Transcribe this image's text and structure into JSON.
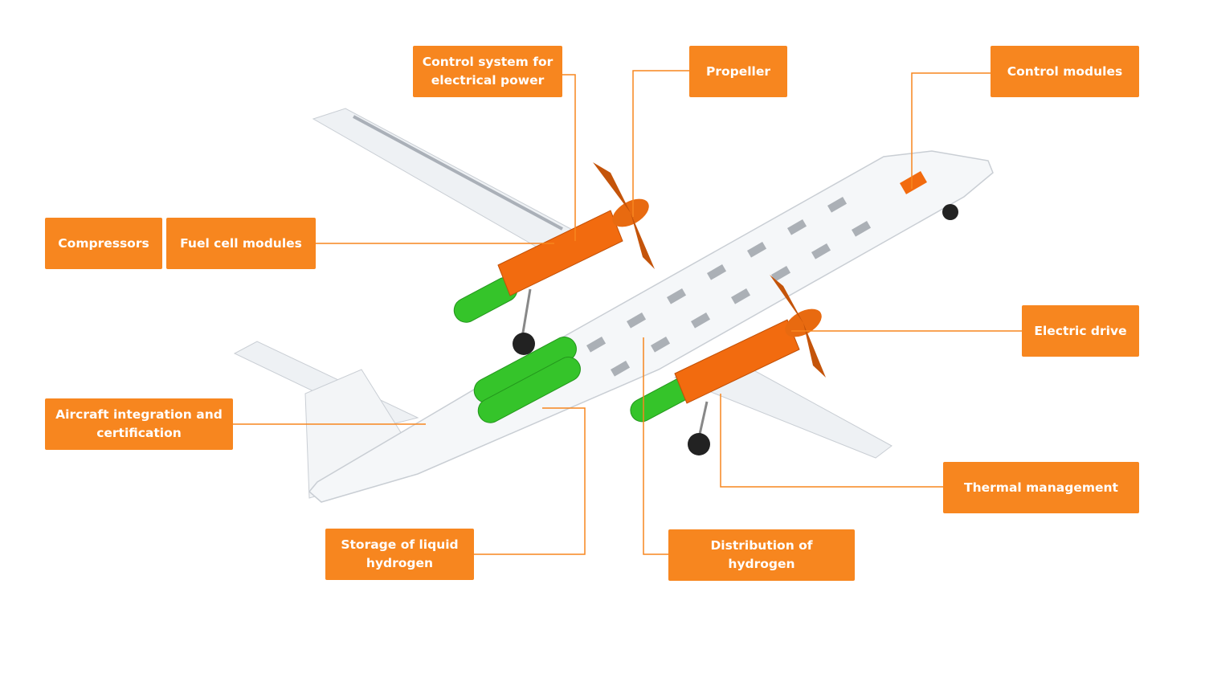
{
  "colors": {
    "accent": "#f7861f",
    "hydrogen_tank": "#35c42a"
  },
  "labels": {
    "control_system": "Control system for electrical power",
    "propeller": "Propeller",
    "control_modules": "Control modules",
    "compressors": "Compressors",
    "fuel_cell_modules": "Fuel cell modules",
    "electric_drive": "Electric drive",
    "aircraft_integration": "Aircraft integration and certification",
    "thermal_management": "Thermal management",
    "storage_liquid_hydrogen": "Storage of liquid hydrogen",
    "distribution_hydrogen": "Distribution of hydrogen"
  }
}
